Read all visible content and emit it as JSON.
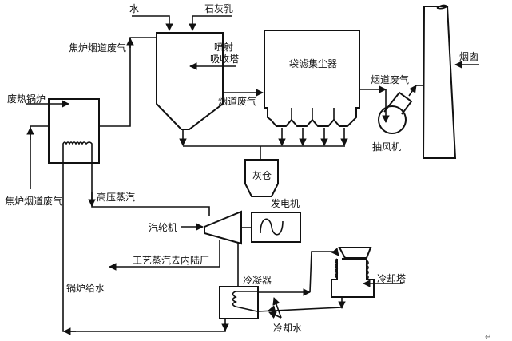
{
  "diagram": {
    "type": "process-flow",
    "labels": {
      "water": "水",
      "lime_milk": "石灰乳",
      "coke_flue_gas_top": "焦炉烟道废气",
      "spray_absorber": [
        "喷射",
        "吸收塔"
      ],
      "bag_filter": "袋滤集尘器",
      "chimney": "烟囱",
      "waste_heat_boiler": "废热锅炉",
      "flue_gas_mid": "烟道废气",
      "flue_gas_fan": "烟道废气",
      "exhaust_fan": "抽风机",
      "ash_bin": "灰仓",
      "coke_flue_gas_bottom": "焦炉烟道废气",
      "hp_steam": "高压蒸汽",
      "generator": "发电机",
      "turbine": "汽轮机",
      "process_steam": "工艺蒸汽去内陆厂",
      "boiler_feedwater": "锅炉给水",
      "condenser": "冷凝器",
      "cooling_tower": "冷却塔",
      "cooling_water": "冷却水",
      "return_mark": "↵"
    }
  }
}
